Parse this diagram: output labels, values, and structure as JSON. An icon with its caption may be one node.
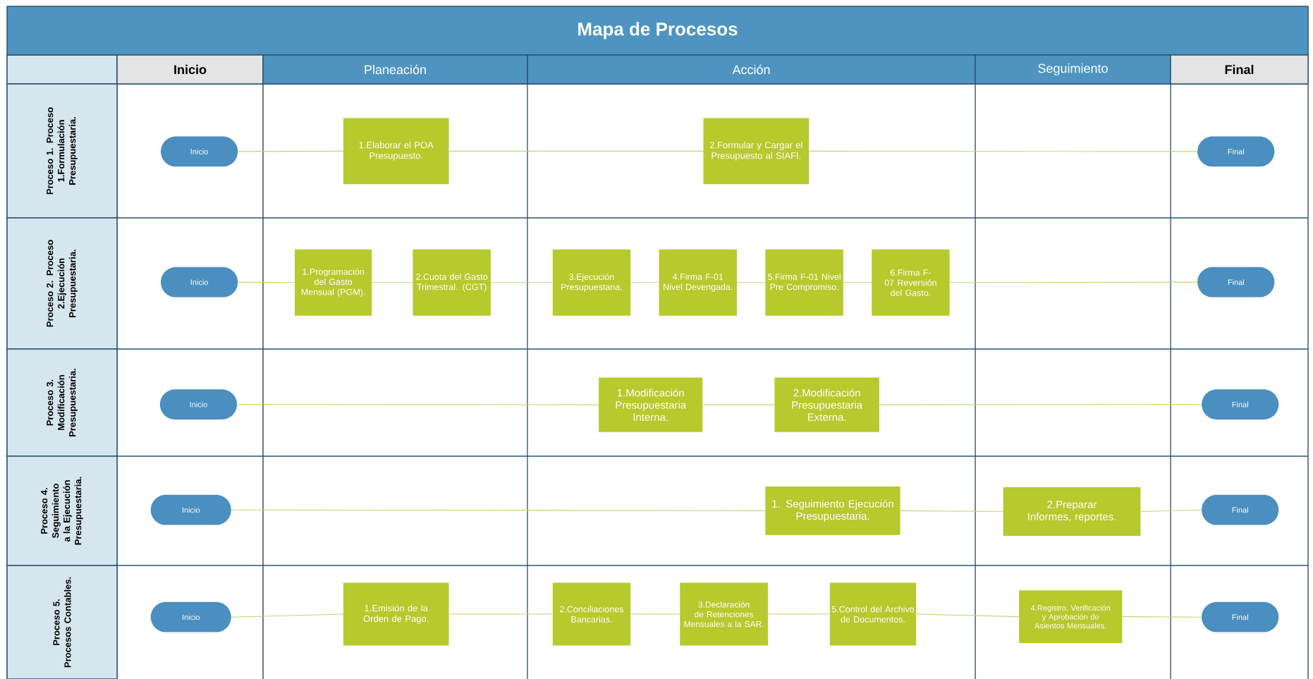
{
  "diagram": {
    "title": "Mapa de Procesos",
    "nodes": [
      {
        "text": [
          "Inicio"
        ]
      },
      {
        "text": [
          "Planeación"
        ]
      },
      {
        "text": [
          "Acción"
        ]
      },
      {
        "text": [
          "Seguimiento"
        ]
      },
      {
        "text": [
          "Final"
        ]
      },
      {
        "text": [
          "Proceso 1. Proceso 1.Formulación Presupuestaria."
        ]
      },
      {
        "text": [
          "Proceso 2. Proceso 2.Ejecución Presupuestaria."
        ]
      },
      {
        "text": [
          "Proceso 3. Modificación Presupuestaria."
        ]
      },
      {
        "text": [
          "Proceso 4. Seguimiento a la Ejecución Presupuestaria."
        ]
      },
      {
        "text": [
          "Proceso 5. Procesos Contables."
        ]
      },
      {
        "text": [
          "Inicio"
        ]
      },
      {
        "text": [
          "1.Elaborar el POA Presupuesto."
        ]
      },
      {
        "text": [
          "2.Formular y Cargar el Presupuesto al SIAFI."
        ]
      },
      {
        "text": [
          "Final"
        ]
      },
      {
        "text": [
          "Inicio"
        ]
      },
      {
        "text": [
          "1.Programación del Gasto Mensual (PGM)."
        ]
      },
      {
        "text": [
          "2.Cuota del Gasto Trimestral. (CGT)"
        ]
      },
      {
        "text": [
          "3.Ejecución Presupuestaria."
        ]
      },
      {
        "text": [
          "4.Firma F-01 Nivel Devengada."
        ]
      },
      {
        "text": [
          "5.Firma F-01 Nivel Pre Compromiso."
        ]
      },
      {
        "text": [
          "6.Firma F-07 Reversión del Gasto."
        ]
      },
      {
        "text": [
          "Final"
        ]
      },
      {
        "text": [
          "Inicio"
        ]
      },
      {
        "text": [
          "1.Modificación Presupuestaria Interna."
        ]
      },
      {
        "text": [
          "2.Modificación Presupuestaria Externa."
        ]
      },
      {
        "text": [
          "Final"
        ]
      },
      {
        "text": [
          "Inicio"
        ]
      },
      {
        "text": [
          "1. Seguimiento Ejecución Presupuestaria."
        ]
      },
      {
        "text": [
          "2.Preparar Informes, reportes."
        ]
      },
      {
        "text": [
          "Final"
        ]
      },
      {
        "text": [
          "Inicio"
        ]
      },
      {
        "text": [
          "1.Emisión de la Orden de Pago."
        ]
      },
      {
        "text": [
          "2.Conciliaciones Bancarias."
        ]
      },
      {
        "text": [
          "3.Declaración de Retenciones Mensuales a la SAR."
        ]
      },
      {
        "text": [
          "5.Control del Archivo de Documentos."
        ]
      },
      {
        "text": [
          "4.Registro, Verificación y Aprobación de Asientos Mensuales."
        ]
      },
      {
        "text": [
          "Final"
        ]
      }
    ],
    "edges": [
      {
        "from": 10,
        "to": 11,
        "arrow": "none"
      },
      {
        "from": 11,
        "to": 12,
        "arrow": "none"
      },
      {
        "from": 12,
        "to": 13,
        "arrow": "none"
      },
      {
        "from": 14,
        "to": 15,
        "arrow": "none"
      },
      {
        "from": 15,
        "to": 16,
        "arrow": "none"
      },
      {
        "from": 16,
        "to": 17,
        "arrow": "none"
      },
      {
        "from": 17,
        "to": 18,
        "arrow": "none"
      },
      {
        "from": 18,
        "to": 19,
        "arrow": "none"
      },
      {
        "from": 19,
        "to": 20,
        "arrow": "none"
      },
      {
        "from": 20,
        "to": 21,
        "arrow": "none"
      },
      {
        "from": 22,
        "to": 23,
        "arrow": "none"
      },
      {
        "from": 23,
        "to": 24,
        "arrow": "none"
      },
      {
        "from": 24,
        "to": 25,
        "arrow": "none"
      },
      {
        "from": 26,
        "to": 27,
        "arrow": "none"
      },
      {
        "from": 27,
        "to": 28,
        "arrow": "none"
      },
      {
        "from": 28,
        "to": 29,
        "arrow": "none"
      },
      {
        "from": 30,
        "to": 31,
        "arrow": "none"
      },
      {
        "from": 31,
        "to": 32,
        "arrow": "none"
      },
      {
        "from": 32,
        "to": 33,
        "arrow": "none"
      },
      {
        "from": 33,
        "to": 34,
        "arrow": "none"
      },
      {
        "from": 34,
        "to": 35,
        "arrow": "none"
      },
      {
        "from": 35,
        "to": 36,
        "arrow": "none"
      }
    ]
  }
}
